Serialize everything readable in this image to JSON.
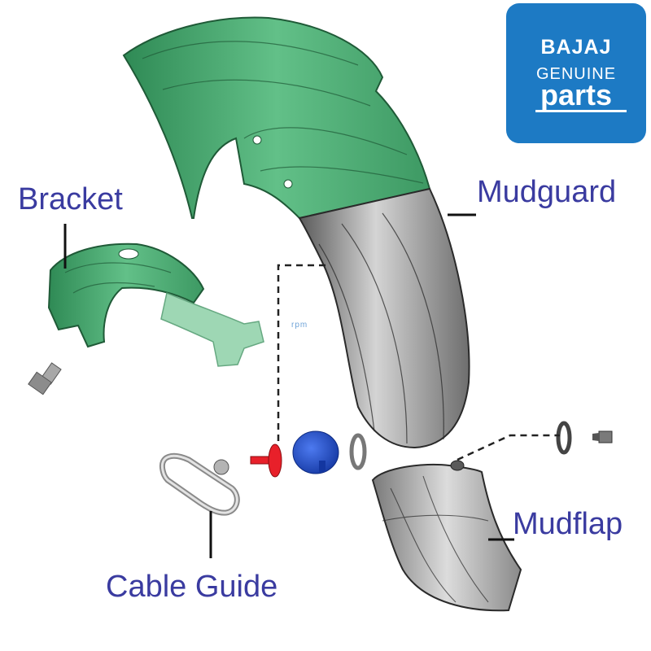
{
  "logo": {
    "brand": "BAJAJ",
    "line1": "GENUINE",
    "line2": "parts"
  },
  "watermark": "rpm",
  "labels": {
    "bracket": "Bracket",
    "mudguard": "Mudguard",
    "mudflap": "Mudflap",
    "cable_guide": "Cable Guide"
  },
  "colors": {
    "label_text": "#3a3ba0",
    "logo_bg": "#1d7ac4",
    "mudguard_green": "#46a86f",
    "mudguard_grey": "#8e8e8e",
    "bracket_green": "#52b47a",
    "bush_blue": "#1f4fc9",
    "pin_red": "#e8202a",
    "hardware_grey": "#9a9a9a"
  }
}
